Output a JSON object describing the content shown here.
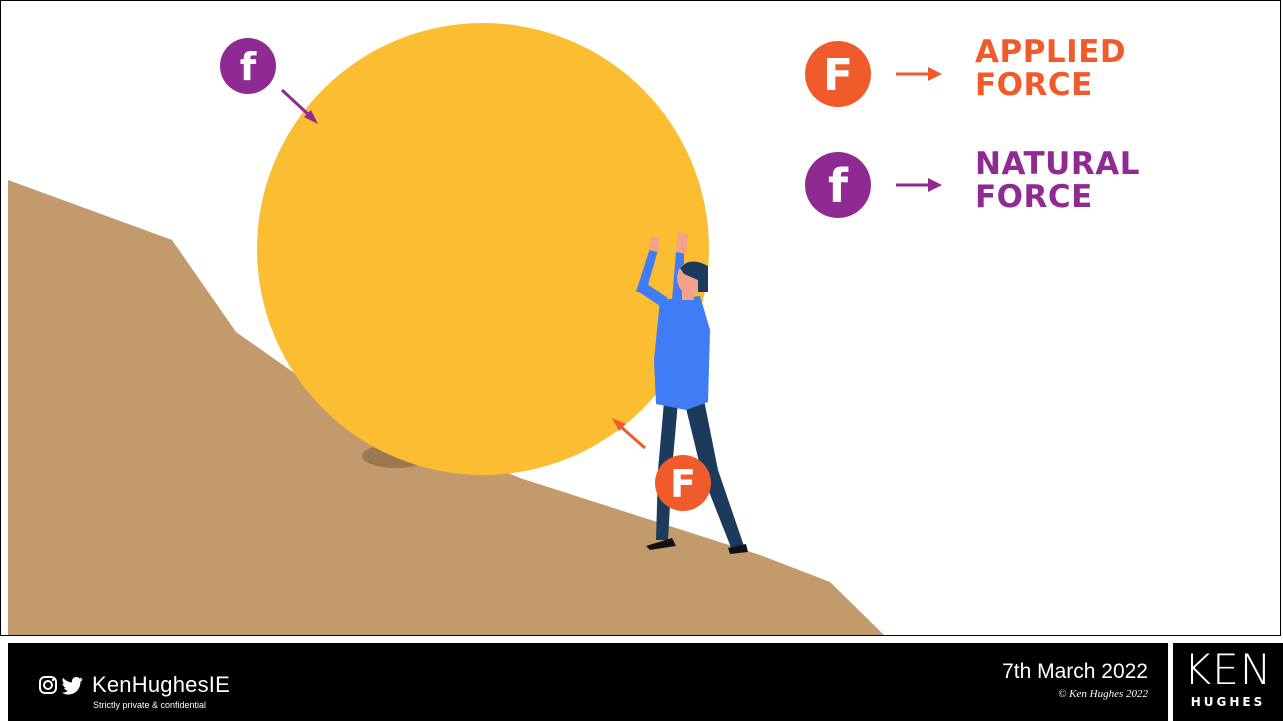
{
  "legend": {
    "applied_symbol": "F",
    "applied_label_line1": "APPLIED",
    "applied_label_line2": "FORCE",
    "natural_symbol": "f",
    "natural_label_line1": "NATURAL",
    "natural_label_line2": "FORCE"
  },
  "scene": {
    "natural_marker": "f",
    "applied_marker": "F"
  },
  "footer": {
    "social_handle": "KenHughesIE",
    "confidential": "Strictly private & confidential",
    "date": "7th March 2022",
    "copyright": "© Ken Hughes 2022"
  },
  "logo": {
    "line1": "KEN",
    "line2": "HUGHES"
  },
  "colors": {
    "applied": "#f15a2a",
    "natural": "#8e2a91",
    "boulder": "#fbbd31",
    "hill": "#c39a6b",
    "shirt": "#3f7cf5",
    "trousers": "#1c3a5c",
    "footer": "#000000"
  },
  "icons": [
    "instagram-icon",
    "twitter-icon",
    "applied-force-icon",
    "natural-force-icon",
    "arrow-icon"
  ]
}
